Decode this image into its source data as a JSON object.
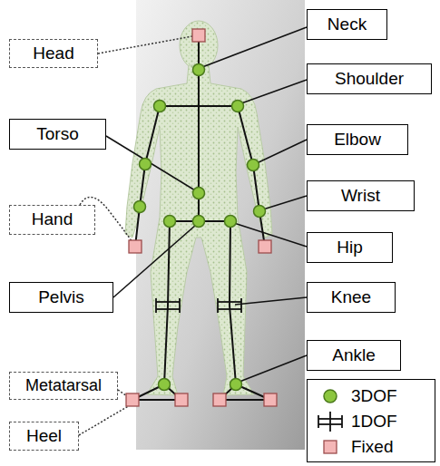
{
  "diagram": {
    "nodes": [
      {
        "text": [
          "Neck"
        ]
      },
      {
        "text": [
          "Head"
        ]
      },
      {
        "text": [
          "Shoulder"
        ]
      },
      {
        "text": [
          "Torso"
        ]
      },
      {
        "text": [
          "Elbow"
        ]
      },
      {
        "text": [
          "Wrist"
        ]
      },
      {
        "text": [
          "Hand"
        ]
      },
      {
        "text": [
          "Hip"
        ]
      },
      {
        "text": [
          "Pelvis"
        ]
      },
      {
        "text": [
          "Knee"
        ]
      },
      {
        "text": [
          "Ankle"
        ]
      },
      {
        "text": [
          "Metatarsal"
        ]
      },
      {
        "text": [
          "Heel"
        ]
      }
    ],
    "edges": [],
    "legend": [
      {
        "text": "3DOF"
      },
      {
        "text": "1DOF"
      },
      {
        "text": "Fixed"
      }
    ]
  }
}
